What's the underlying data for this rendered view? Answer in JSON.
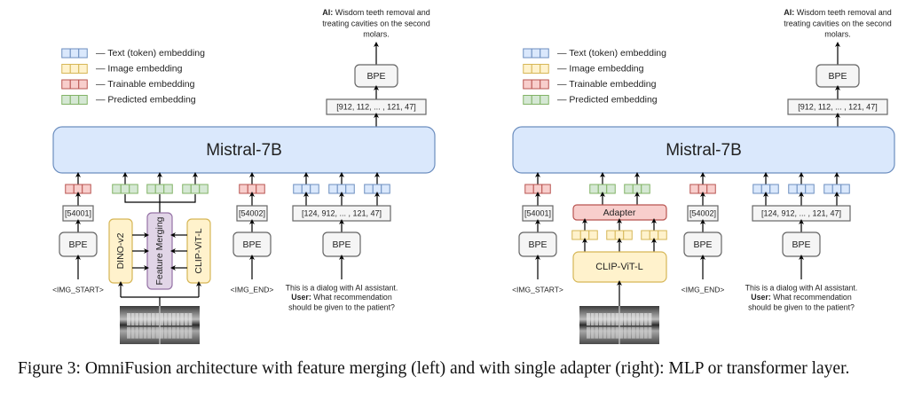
{
  "legend": {
    "items": [
      {
        "label": "— Text (token) embedding",
        "kind": "text"
      },
      {
        "label": "— Image embedding",
        "kind": "image"
      },
      {
        "label": "— Trainable embedding",
        "kind": "trainable"
      },
      {
        "label": "— Predicted embedding",
        "kind": "predicted"
      }
    ]
  },
  "colors": {
    "text": {
      "fill": "#dae8fc",
      "stroke": "#6c8ebf"
    },
    "image": {
      "fill": "#fff2cc",
      "stroke": "#d6b656"
    },
    "trainable": {
      "fill": "#f8cecc",
      "stroke": "#b85450"
    },
    "predicted": {
      "fill": "#d5e8d4",
      "stroke": "#82b366"
    },
    "merge": {
      "fill": "#e1d5e7",
      "stroke": "#9673a6"
    },
    "bpe": {
      "fill": "#f5f5f5",
      "stroke": "#666666"
    },
    "special_token": "#b85450"
  },
  "left": {
    "output_text_bold": "AI:",
    "output_text_lines": [
      " Wisdom teeth removal and",
      "treating cavities on the second",
      "molars."
    ],
    "output_bpe": "BPE",
    "output_ids": "[912, 112, ... , 121, 47]",
    "llm": "Mistral-7B",
    "img_start_id": "[54001]",
    "img_end_id": "[54002]",
    "bpe": "BPE",
    "img_start_token": "<IMG_START>",
    "img_end_token": "<IMG_END>",
    "encoder_a": "DINO-v2",
    "merger": "Feature Merging",
    "encoder_b": "CLIP-ViT-L",
    "text_ids": "[124, 912, ... , 121, 47]",
    "prompt_line1": "This is a dialog with AI assistant.",
    "prompt_bold": "User:",
    "prompt_line2": " What recommendation",
    "prompt_line3": "should be given to the patient?"
  },
  "right": {
    "output_text_bold": "AI:",
    "output_text_lines": [
      " Wisdom teeth removal and",
      "treating cavities on the second",
      "molars."
    ],
    "output_bpe": "BPE",
    "output_ids": "[912, 112, ... , 121, 47]",
    "llm": "Mistral-7B",
    "img_start_id": "[54001]",
    "img_end_id": "[54002]",
    "bpe": "BPE",
    "img_start_token": "<IMG_START>",
    "img_end_token": "<IMG_END>",
    "adapter": "Adapter",
    "encoder": "CLIP-ViT-L",
    "text_ids": "[124, 912, ... , 121, 47]",
    "prompt_line1": "This is a dialog with AI assistant.",
    "prompt_bold": "User:",
    "prompt_line2": " What recommendation",
    "prompt_line3": "should be given to the patient?"
  },
  "caption": "Figure 3: OmniFusion architecture with feature merging (left) and with single adapter (right): MLP or transformer layer."
}
